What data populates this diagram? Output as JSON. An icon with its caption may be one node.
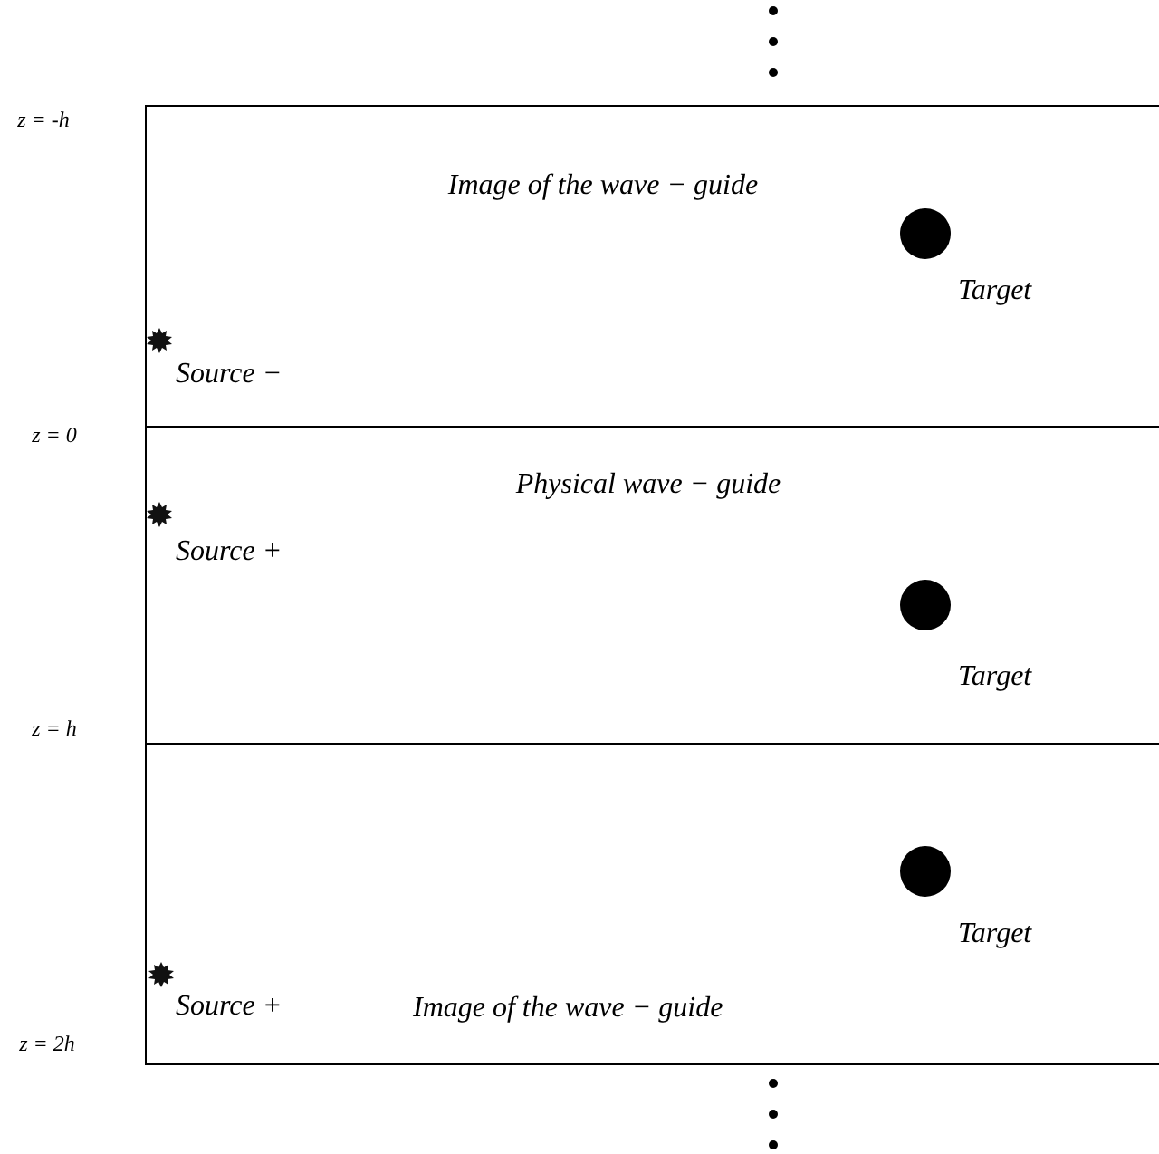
{
  "diagram": {
    "nodes": [
      {
        "text": [
          "Image of the wave − guide"
        ]
      },
      {
        "text": [],
        "shape": "circle",
        "in": 0,
        "beside": [
          "Source −"
        ]
      },
      {
        "text": [],
        "shape": "circle",
        "in": 0,
        "beside": [
          "Target"
        ]
      },
      {
        "text": [
          "Physical wave − guide"
        ]
      },
      {
        "text": [],
        "shape": "circle",
        "in": 3,
        "beside": [
          "Source +"
        ]
      },
      {
        "text": [],
        "shape": "circle",
        "in": 3,
        "beside": [
          "Target"
        ]
      },
      {
        "text": [
          "Image of the wave − guide"
        ]
      },
      {
        "text": [],
        "shape": "circle",
        "in": 6,
        "beside": [
          "Target"
        ]
      },
      {
        "text": [],
        "shape": "circle",
        "in": 6,
        "beside": [
          "Source +"
        ]
      }
    ],
    "edges": [],
    "labels": [
      "z = -h",
      "z = 0",
      "z = h",
      "z = 2h"
    ]
  }
}
